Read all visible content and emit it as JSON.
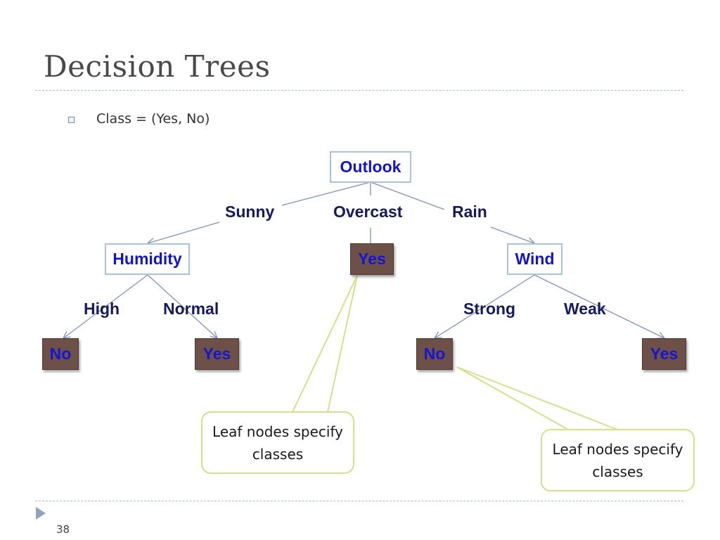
{
  "slide": {
    "title": "Decision Trees",
    "bullet": "Class = (Yes, No)",
    "page_number": "38"
  },
  "tree": {
    "root": "Outlook",
    "edges_root": [
      "Sunny",
      "Overcast",
      "Rain"
    ],
    "humidity": "Humidity",
    "overcast_leaf": "Yes",
    "wind": "Wind",
    "edges_humidity": [
      "High",
      "Normal"
    ],
    "edges_wind": [
      "Strong",
      "Weak"
    ],
    "leaf_high": "No",
    "leaf_normal": "Yes",
    "leaf_strong": "No",
    "leaf_weak": "Yes"
  },
  "callouts": {
    "left": "Leaf nodes specify classes",
    "right": "Leaf nodes specify classes"
  },
  "colors": {
    "attribute_text": "#1515c4",
    "attribute_border": "#a9c3dc",
    "leaf_fill": "#6d5149",
    "edge_label": "#141a5a",
    "callout_border": "#d6df8c",
    "connector": "#7f95b8"
  },
  "icons": {
    "bullet": "hollow-square-bullet-icon",
    "slide_marker": "triangle-arrow-icon"
  }
}
